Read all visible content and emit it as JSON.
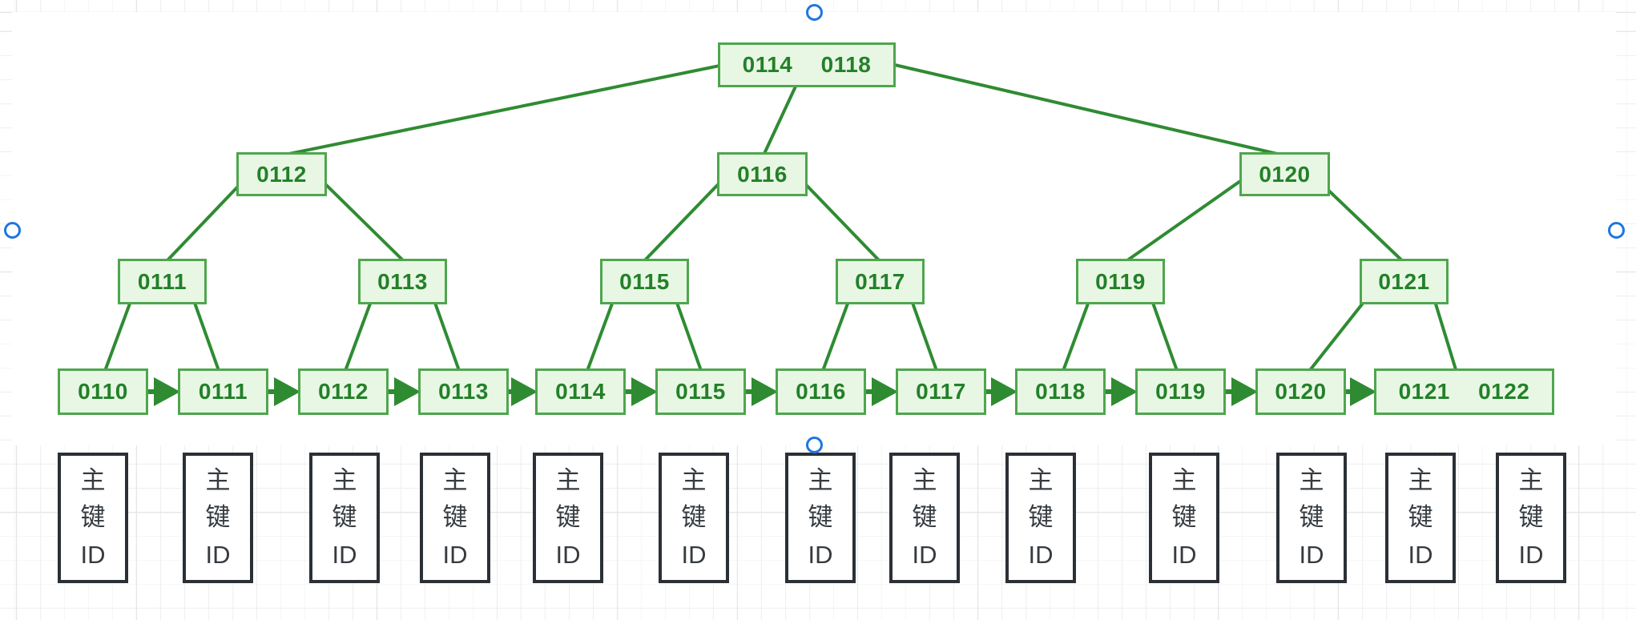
{
  "tree": {
    "root": {
      "keys": [
        "0114",
        "0118"
      ]
    },
    "internal_upper": [
      {
        "key": "0112"
      },
      {
        "key": "0116"
      },
      {
        "key": "0120"
      }
    ],
    "internal_lower": [
      {
        "key": "0111"
      },
      {
        "key": "0113"
      },
      {
        "key": "0115"
      },
      {
        "key": "0117"
      },
      {
        "key": "0119"
      },
      {
        "key": "0121"
      }
    ],
    "leaves": [
      {
        "keys": [
          "0110"
        ]
      },
      {
        "keys": [
          "0111"
        ]
      },
      {
        "keys": [
          "0112"
        ]
      },
      {
        "keys": [
          "0113"
        ]
      },
      {
        "keys": [
          "0114"
        ]
      },
      {
        "keys": [
          "0115"
        ]
      },
      {
        "keys": [
          "0116"
        ]
      },
      {
        "keys": [
          "0117"
        ]
      },
      {
        "keys": [
          "0118"
        ]
      },
      {
        "keys": [
          "0119"
        ]
      },
      {
        "keys": [
          "0120"
        ]
      },
      {
        "keys": [
          "0121",
          "0122"
        ]
      }
    ]
  },
  "blocks": {
    "label": "主\n键\nID",
    "count": 13
  },
  "colors": {
    "node_fill": "#e8f7e3",
    "node_border": "#4ea64e",
    "node_text": "#23802a",
    "edge_green": "#2f8b32",
    "block_border": "#2b3036",
    "block_text": "#363b40",
    "selection_handle": "#1d76e2",
    "grid_line": "#f1f1f1"
  }
}
